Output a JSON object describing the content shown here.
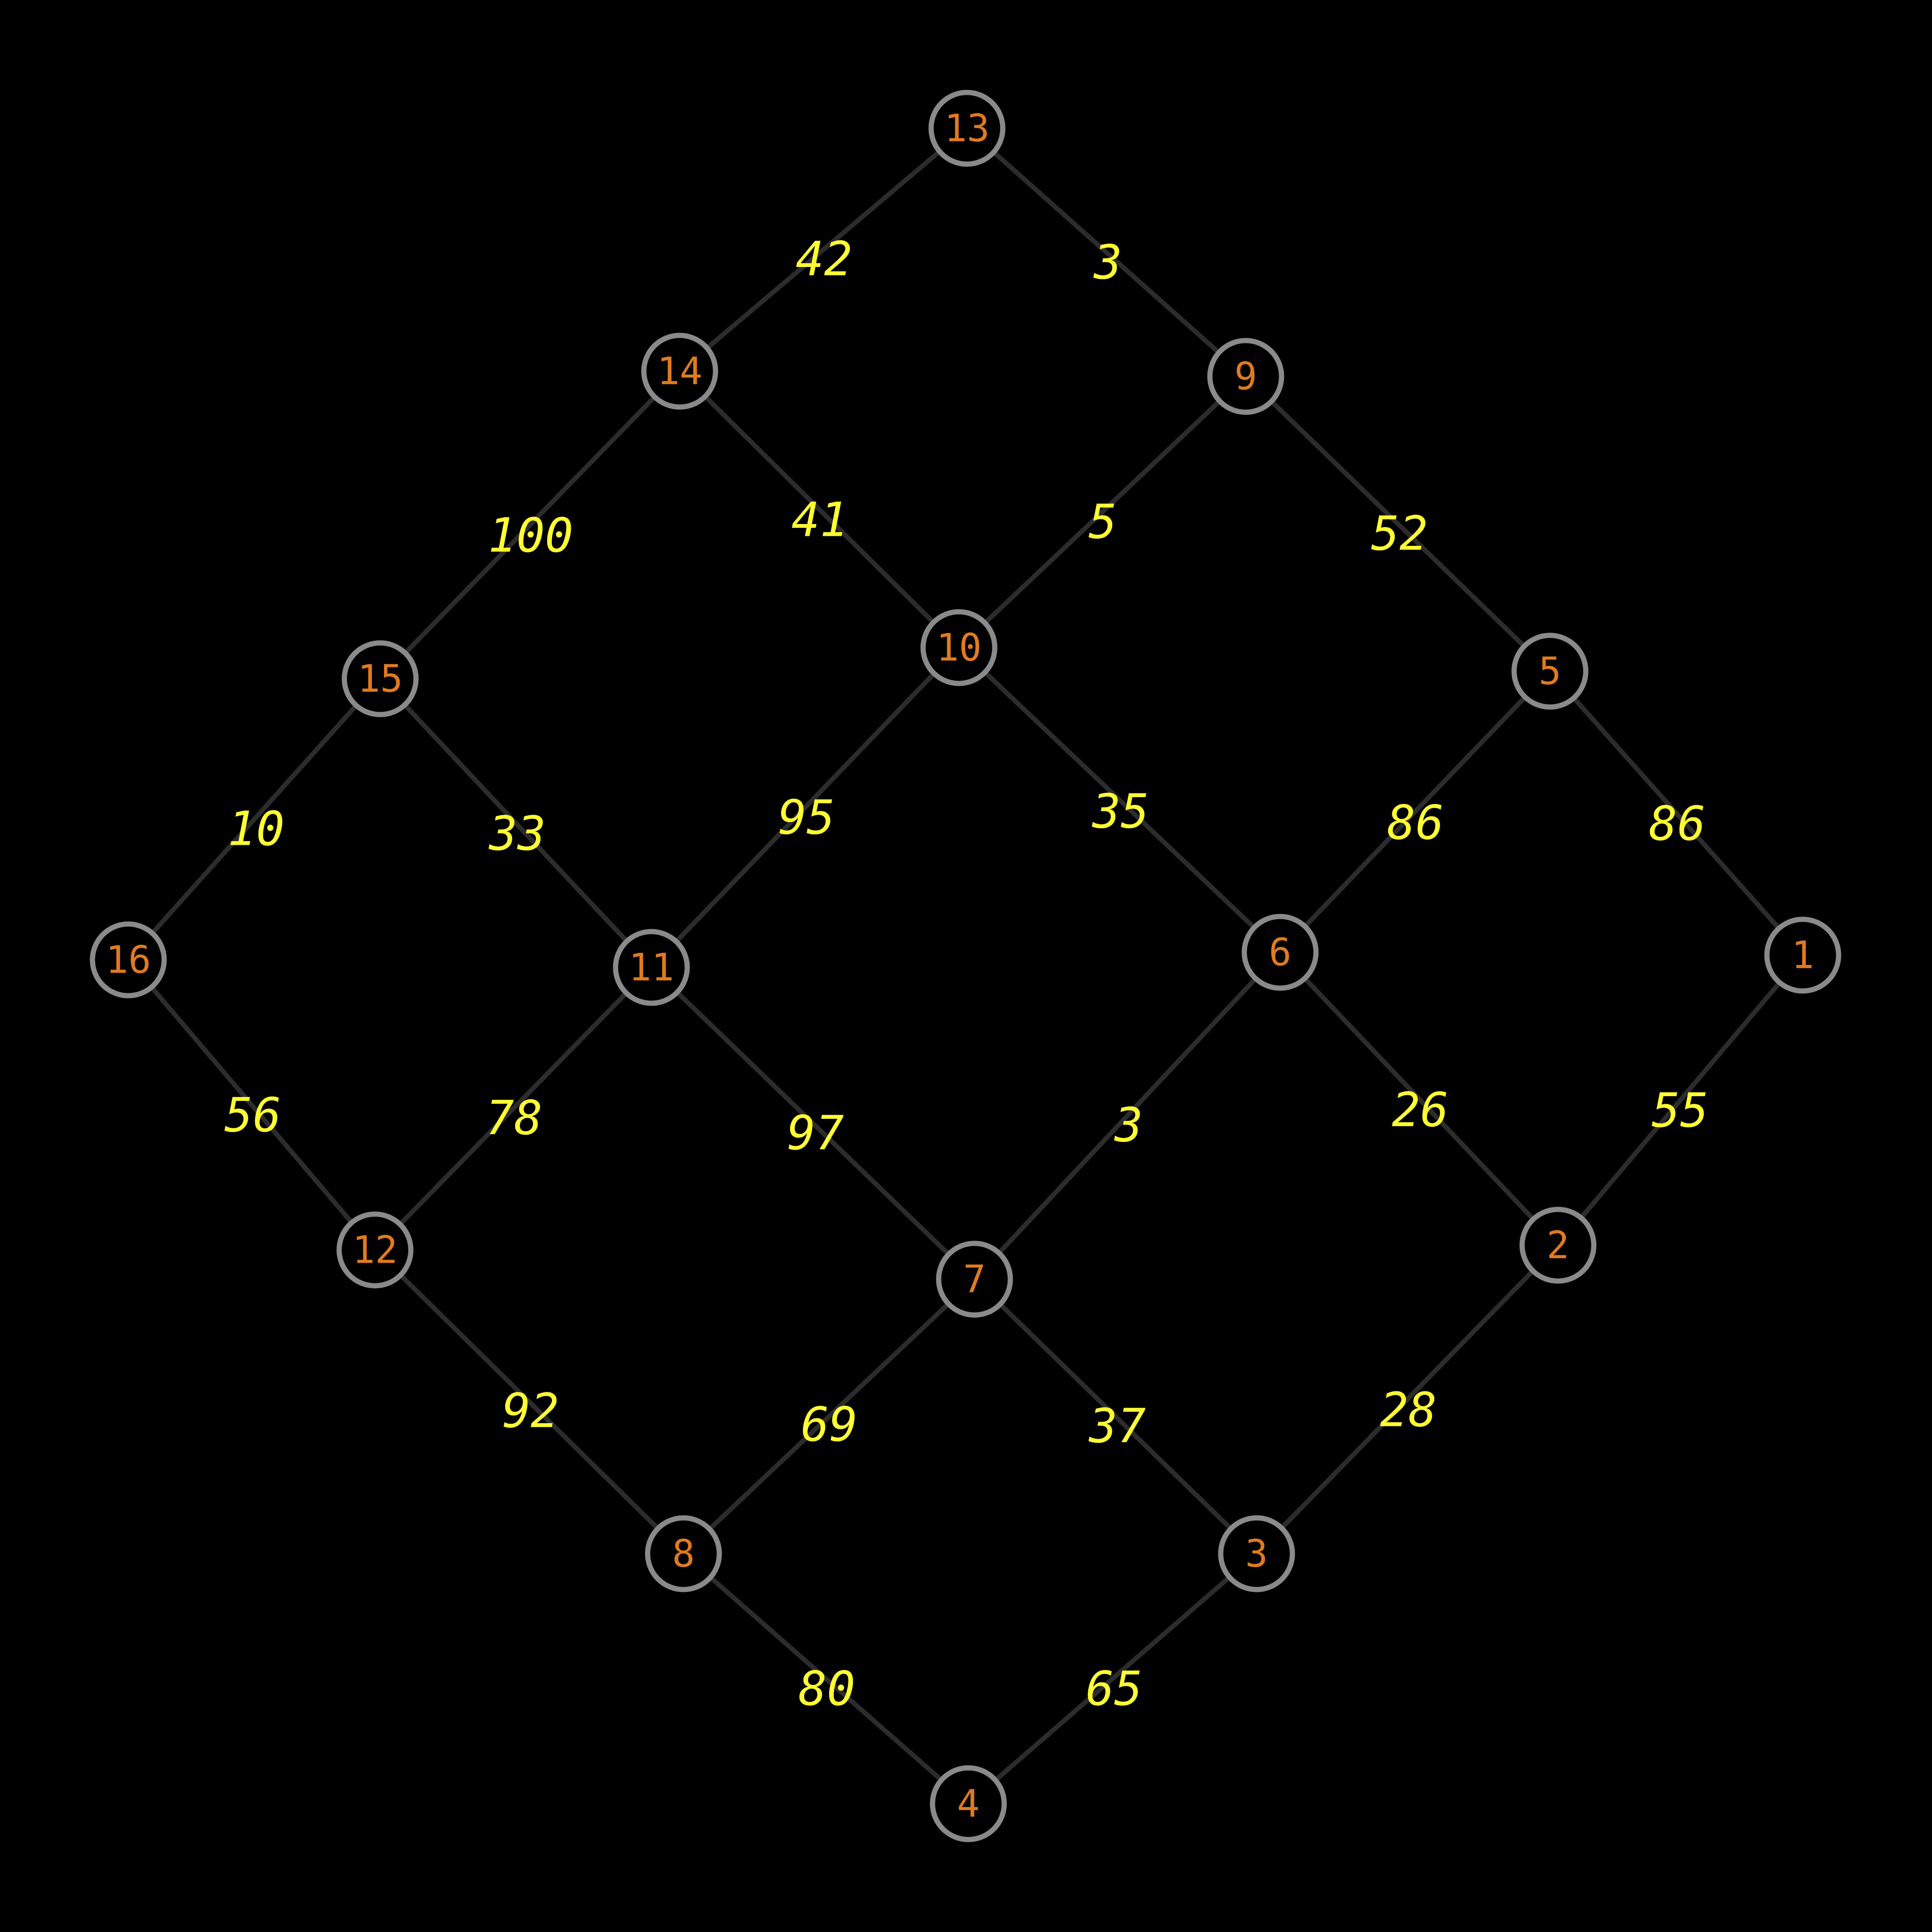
{
  "colors": {
    "background": "#000000",
    "edge": "#2c2c2c",
    "node_stroke": "#8a8a8a",
    "node_fill": "#000000",
    "node_label": "#e07b1f",
    "edge_label": "#ffff33"
  },
  "graph": {
    "nodes": [
      {
        "id": "13",
        "label": "13"
      },
      {
        "id": "14",
        "label": "14"
      },
      {
        "id": "9",
        "label": "9"
      },
      {
        "id": "15",
        "label": "15"
      },
      {
        "id": "10",
        "label": "10"
      },
      {
        "id": "5",
        "label": "5"
      },
      {
        "id": "16",
        "label": "16"
      },
      {
        "id": "11",
        "label": "11"
      },
      {
        "id": "6",
        "label": "6"
      },
      {
        "id": "1",
        "label": "1"
      },
      {
        "id": "12",
        "label": "12"
      },
      {
        "id": "7",
        "label": "7"
      },
      {
        "id": "2",
        "label": "2"
      },
      {
        "id": "8",
        "label": "8"
      },
      {
        "id": "3",
        "label": "3"
      },
      {
        "id": "4",
        "label": "4"
      }
    ],
    "edges": [
      {
        "source": "13",
        "target": "14",
        "weight": "42"
      },
      {
        "source": "13",
        "target": "9",
        "weight": "3"
      },
      {
        "source": "14",
        "target": "15",
        "weight": "100"
      },
      {
        "source": "14",
        "target": "10",
        "weight": "41"
      },
      {
        "source": "9",
        "target": "10",
        "weight": "5"
      },
      {
        "source": "9",
        "target": "5",
        "weight": "52"
      },
      {
        "source": "15",
        "target": "16",
        "weight": "10"
      },
      {
        "source": "15",
        "target": "11",
        "weight": "33"
      },
      {
        "source": "10",
        "target": "11",
        "weight": "95"
      },
      {
        "source": "10",
        "target": "6",
        "weight": "35"
      },
      {
        "source": "5",
        "target": "6",
        "weight": "86"
      },
      {
        "source": "5",
        "target": "1",
        "weight": "86"
      },
      {
        "source": "16",
        "target": "12",
        "weight": "56"
      },
      {
        "source": "11",
        "target": "12",
        "weight": "78"
      },
      {
        "source": "11",
        "target": "7",
        "weight": "97"
      },
      {
        "source": "6",
        "target": "7",
        "weight": "3"
      },
      {
        "source": "6",
        "target": "2",
        "weight": "26"
      },
      {
        "source": "1",
        "target": "2",
        "weight": "55"
      },
      {
        "source": "12",
        "target": "8",
        "weight": "92"
      },
      {
        "source": "7",
        "target": "8",
        "weight": "69"
      },
      {
        "source": "7",
        "target": "3",
        "weight": "37"
      },
      {
        "source": "2",
        "target": "3",
        "weight": "28"
      },
      {
        "source": "8",
        "target": "4",
        "weight": "80"
      },
      {
        "source": "3",
        "target": "4",
        "weight": "65"
      }
    ]
  }
}
